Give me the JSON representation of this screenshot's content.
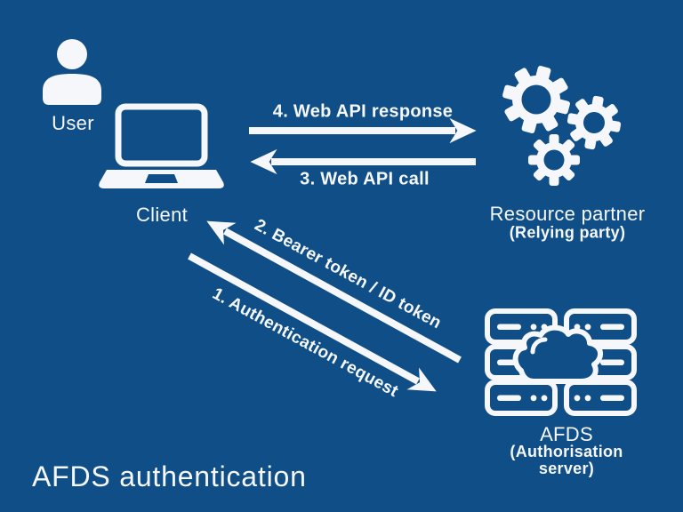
{
  "title": "AFDS authentication",
  "colors": {
    "background": "#0F4E86",
    "foreground": "#FFFFFF"
  },
  "nodes": {
    "user": {
      "label": "User",
      "icon": "user-icon"
    },
    "client": {
      "label": "Client",
      "icon": "laptop-icon"
    },
    "resource_partner": {
      "label": "Resource partner",
      "sublabel": "(Relying party)",
      "icon": "gears-icon"
    },
    "afds": {
      "label": "AFDS",
      "sublabel": "(Authorisation server)",
      "icon": "servers-cloud-icon"
    }
  },
  "flows": {
    "auth_request": "1. Authentication request",
    "bearer_token": "2. Bearer token / ID token",
    "web_api_call": "3. Web API call",
    "web_api_response": "4. Web API response"
  }
}
